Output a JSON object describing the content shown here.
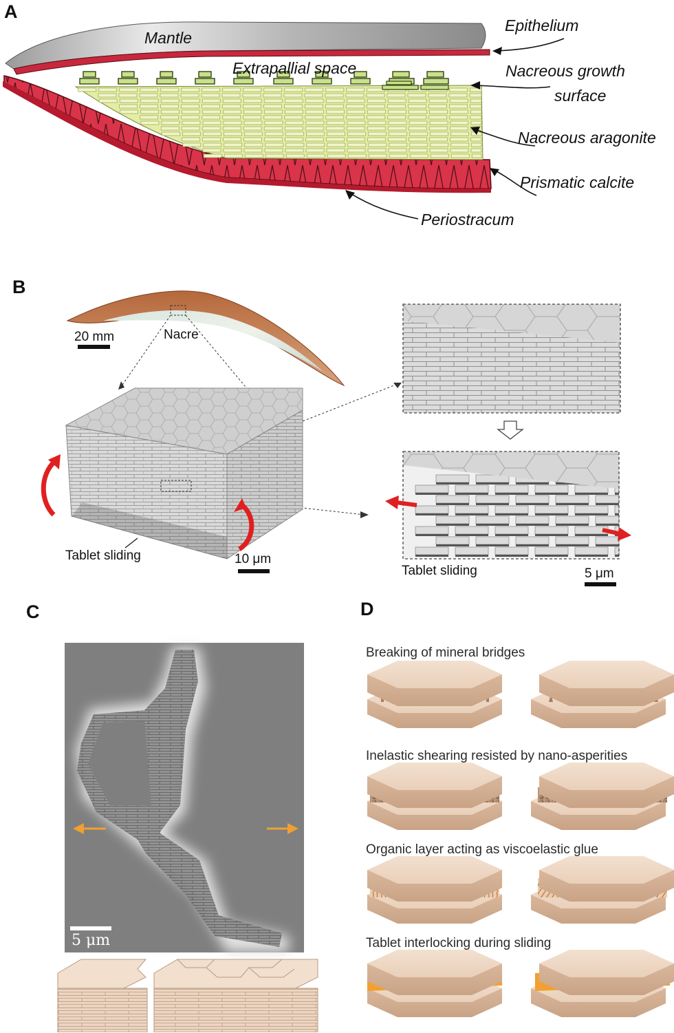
{
  "panels": {
    "a": {
      "letter": "A",
      "labels": {
        "mantle": "Mantle",
        "epithelium": "Epithelium",
        "extrapallial": "Extrapallial  space",
        "growth_line1": "Nacreous growth",
        "growth_line2": "surface",
        "aragonite": "Nacreous aragonite",
        "calcite": "Prismatic calcite",
        "periostracum": "Periostracum"
      }
    },
    "b": {
      "letter": "B",
      "labels": {
        "scale_shell": "20 mm",
        "nacre": "Nacre",
        "tablet_sliding_left": "Tablet sliding",
        "scale_block": "10 μm",
        "tablet_sliding_right": "Tablet sliding",
        "scale_zoom": "5 μm"
      }
    },
    "c": {
      "letter": "C",
      "scale": "5 μm"
    },
    "d": {
      "letter": "D",
      "mechanisms": [
        "Breaking of mineral bridges",
        "Inelastic shearing resisted by nano-asperities",
        "Organic layer acting as viscoelastic glue",
        "Tablet interlocking during sliding"
      ]
    }
  },
  "colors": {
    "calcite": "#d9344a",
    "aragonite": "#d6e58a",
    "tablet": "#ead3bf",
    "tablet_dark": "#cdb09a",
    "arrow_red": "#e02020",
    "arrow_orange": "#f0a030",
    "block_grey": "#d8d8d8"
  }
}
